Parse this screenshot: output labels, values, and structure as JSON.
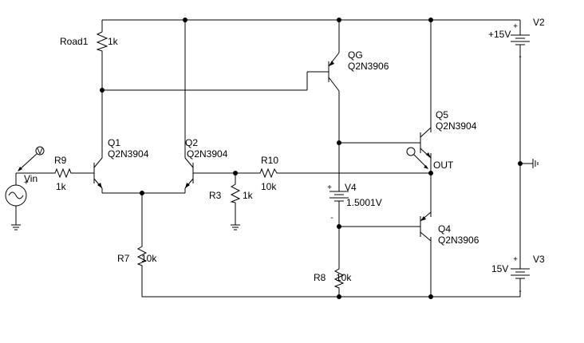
{
  "components": {
    "road1": {
      "name": "Road1",
      "value": "1k"
    },
    "qg": {
      "name": "QG",
      "model": "Q2N3906"
    },
    "q1": {
      "name": "Q1",
      "model": "Q2N3904"
    },
    "q2": {
      "name": "Q2",
      "model": "Q2N3904"
    },
    "q5": {
      "name": "Q5",
      "model": "Q2N3904"
    },
    "q4": {
      "name": "Q4",
      "model": "Q2N3906"
    },
    "r9": {
      "name": "R9",
      "value": "1k"
    },
    "r10": {
      "name": "R10",
      "value": "10k"
    },
    "r3": {
      "name": "R3",
      "value": "1k"
    },
    "r7": {
      "name": "R7",
      "value": "10k"
    },
    "r8": {
      "name": "R8",
      "value": "10k"
    },
    "v4": {
      "name": "V4",
      "value": "1.5001V"
    },
    "v2": {
      "name": "V2",
      "value": "+15V"
    },
    "v3": {
      "name": "V3",
      "value": "15V"
    },
    "vin": {
      "name": "Vin"
    },
    "out": {
      "label": "OUT"
    },
    "probe_v": {
      "label": "V"
    }
  }
}
